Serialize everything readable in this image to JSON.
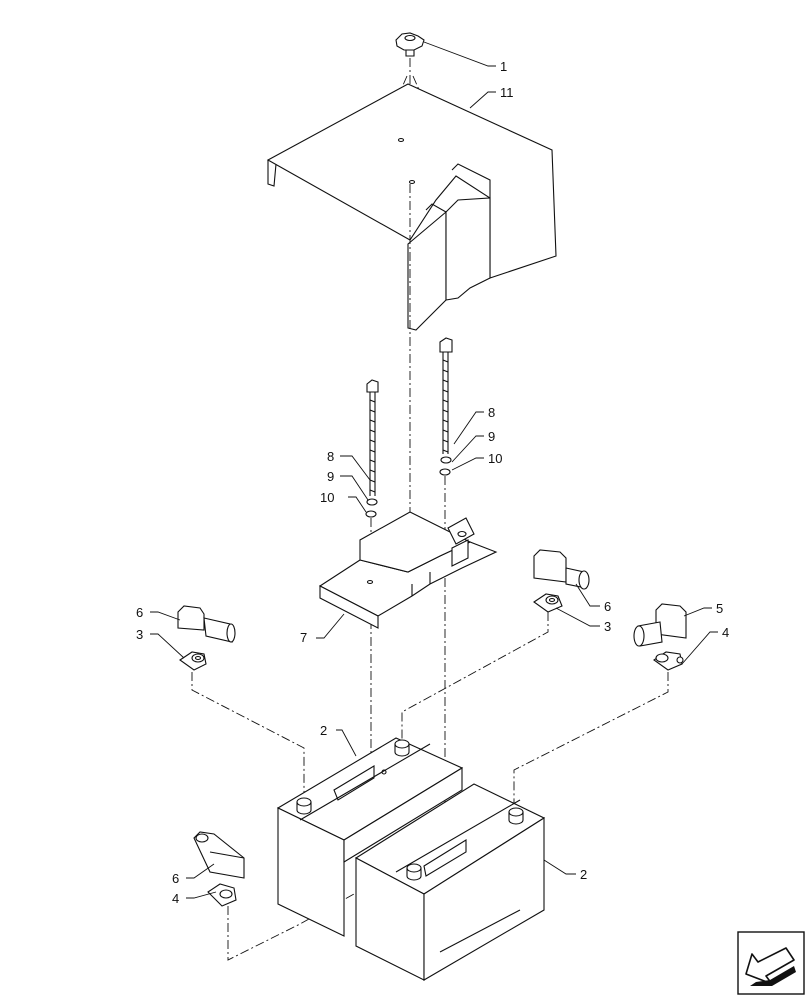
{
  "callouts": {
    "c1": "1",
    "c11": "11",
    "c8a": "8",
    "c9a": "9",
    "c10a": "10",
    "c8b": "8",
    "c9b": "9",
    "c10b": "10",
    "c7": "7",
    "c6a": "6",
    "c3a": "3",
    "c6b": "6",
    "c3b": "3",
    "c5": "5",
    "c4a": "4",
    "c2a": "2",
    "c2b": "2",
    "c6c": "6",
    "c4b": "4"
  },
  "icons": {
    "nav": "direction-arrow-icon"
  }
}
